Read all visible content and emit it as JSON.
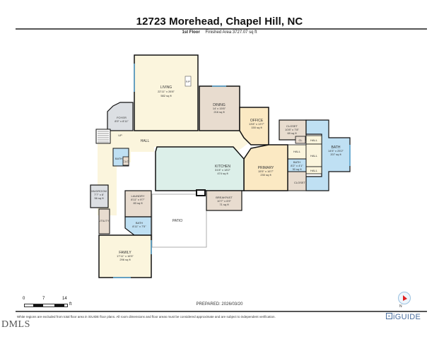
{
  "header": {
    "title": "12723 Morehead, Chapel Hill, NC",
    "floor_label": "1st Floor",
    "finished_area": "Finished Area 3727.07 sq ft"
  },
  "colors": {
    "living": "#fbf5dd",
    "hall": "#fbf5dd",
    "dining": "#e8dccf",
    "foyer": "#dcdfe3",
    "office": "#fbe9c3",
    "primary": "#fbe9c3",
    "kitchen": "#dcefe9",
    "bath": "#bfe0f3",
    "closet": "#e8dccf",
    "laundry": "#e8dccf",
    "mudroom": "#dcdfe3",
    "utility": "#e8dccf",
    "family": "#fbf5dd",
    "breakfast": "#e8dccf",
    "patio": "#ffffff",
    "wall": "#111111",
    "window": "#5aa9d6"
  },
  "rooms": {
    "living": {
      "name": "LIVING",
      "dims": "22'11\" x 26'8\"",
      "area": "582 sq ft"
    },
    "dining": {
      "name": "DINING",
      "dims": "14' x 15'6\"",
      "area": "216 sq ft"
    },
    "foyer": {
      "name": "FOYER",
      "dims": "8'9\" x 8'11\""
    },
    "office": {
      "name": "OFFICE",
      "dims": "13'8\" x 13'7\"",
      "area": "150 sq ft"
    },
    "closet_main": {
      "name": "CLOSET",
      "dims": "10'8\" x 7'8\"",
      "area": "69 sq ft"
    },
    "bath_primary": {
      "name": "BATH",
      "dims": "14'5\" x 25'2\"",
      "area": "207 sq ft"
    },
    "primary": {
      "name": "PRIMARY",
      "dims": "15'5\" x 16'7\"",
      "area": "230 sq ft"
    },
    "bath_small": {
      "name": "BATH",
      "dims": "8'2\" x 4'1\"",
      "area": "30 sq ft"
    },
    "kitchen": {
      "name": "KITCHEN",
      "dims": "31'8\" x 18'2\"",
      "area": "474 sq ft"
    },
    "breakfast": {
      "name": "BREAKFAST",
      "dims": "10'7\" x 6'9\"",
      "area": "71 sq ft"
    },
    "hall_main": {
      "name": "HALL"
    },
    "hall_1": {
      "name": "HALL"
    },
    "hall_2": {
      "name": "HALL"
    },
    "hall_3": {
      "name": "HALL"
    },
    "hall_4": {
      "name": "HALL"
    },
    "hall_vert": {
      "name": "HALL"
    },
    "bath_hall": {
      "name": "BATH",
      "dims": "7'4\" x 7'4\""
    },
    "clo_hall": {
      "name": "CLO"
    },
    "clo_primary": {
      "name": "CLO"
    },
    "closet_primary": {
      "name": "CLOSET"
    },
    "cl": {
      "name": "CL"
    },
    "laundry": {
      "name": "LAUNDRY",
      "dims": "8'11\" x 9'7\"",
      "area": "83 sq ft"
    },
    "mudroom": {
      "name": "MUDROOM",
      "dims": "7'7\" x 8'",
      "area": "56 sq ft"
    },
    "utility": {
      "name": "UTILITY",
      "dims": "4'6\" x 8'11\""
    },
    "bath_laundry": {
      "name": "BATH",
      "dims": "8'11\" x 7'5\""
    },
    "family": {
      "name": "FAMILY",
      "dims": "17'11\" x 16'5\"",
      "area": "296 sq ft"
    },
    "patio": {
      "name": "PATIO"
    },
    "fp_living": {
      "name": "F/P"
    },
    "fp_kitchen": {
      "name": "F/P"
    },
    "stairs_up": {
      "name": "UP"
    }
  },
  "scale": {
    "ticks": [
      "0",
      "7",
      "14"
    ],
    "unit": "ft"
  },
  "footer": {
    "prepared": "PREPARED: 2026/03/20",
    "disclaimer": "White regions are excluded from total floor area in iGUIDE floor plans. All room dimensions and floor areas must be considered approximate and are subject to independent verification.",
    "brand": "iGUIDE",
    "watermark": "DMLS",
    "compass_label": "N"
  }
}
